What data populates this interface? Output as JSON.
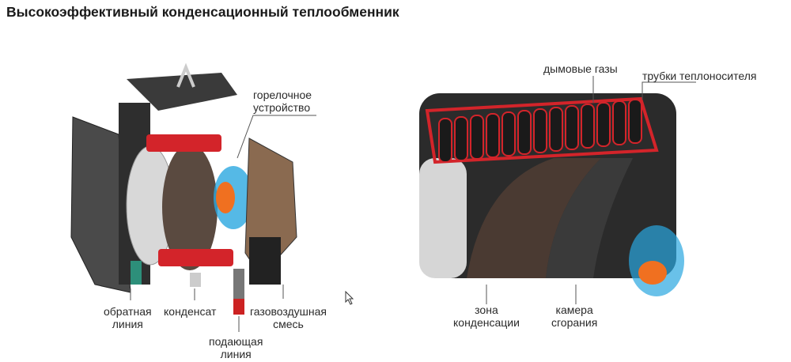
{
  "title": "Высокоэффективный конденсационный теплообменник",
  "left_diagram": {
    "labels": {
      "burner": [
        "горелочное",
        "устройство"
      ],
      "return_line": [
        "обратная",
        "линия"
      ],
      "condensate": [
        "конденсат"
      ],
      "gas_air_mix": [
        "газовоздушная",
        "смесь"
      ],
      "supply_line": [
        "подающая",
        "линия"
      ]
    }
  },
  "right_diagram": {
    "labels": {
      "flue_gases": [
        "дымовые газы"
      ],
      "coolant_tubes": [
        "трубки теплоносителя"
      ],
      "condensation_zone": [
        "зона",
        "конденсации"
      ],
      "combustion_chamber": [
        "камера",
        "сгорания"
      ]
    }
  },
  "colors": {
    "accent_red": "#d3242a",
    "dark": "#2b2b2b",
    "blue_flame": "#2aa7e0",
    "orange": "#f07020"
  }
}
